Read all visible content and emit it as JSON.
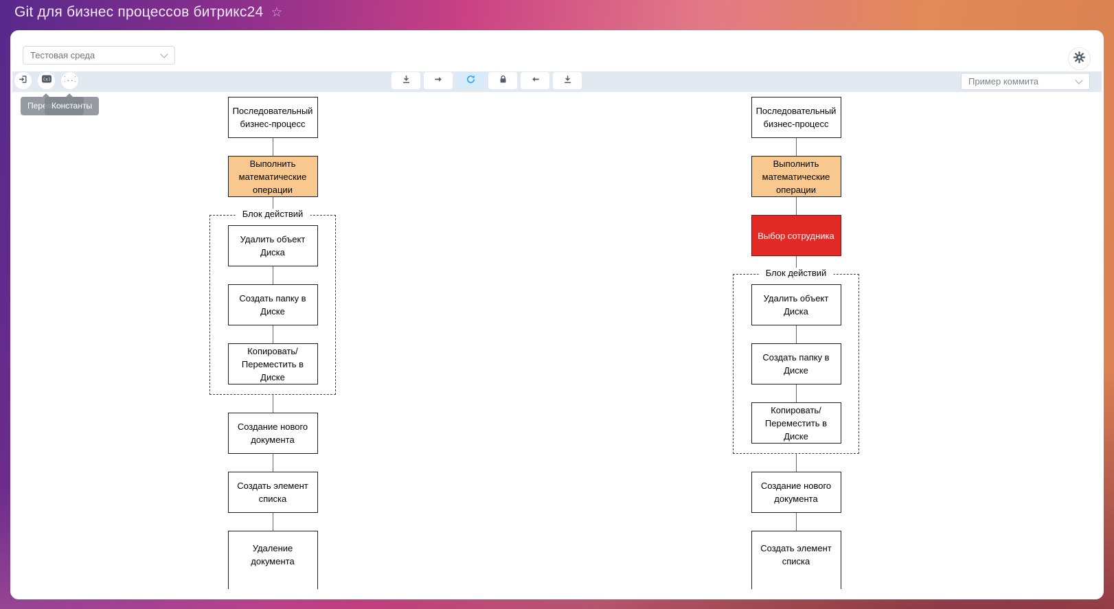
{
  "app": {
    "title": "Git для бизнес процессов битрикс24",
    "favorite_icon": "star-outline"
  },
  "environment_select": {
    "value": "Тестовая среда",
    "chevron_icon": "chevron-down"
  },
  "settings_button": {
    "icon": "gear"
  },
  "toolbar": {
    "left_buttons": [
      {
        "name": "enter",
        "icon": "enter-icon"
      },
      {
        "name": "variables",
        "icon": "variables-icon",
        "tooltip": "Переменные"
      },
      {
        "name": "constants",
        "icon": "constants-icon",
        "tooltip": "Константы"
      }
    ],
    "center_buttons": [
      {
        "name": "download",
        "icon": "download-icon",
        "active": false
      },
      {
        "name": "step-forward",
        "icon": "arrow-right-icon",
        "active": false
      },
      {
        "name": "refresh",
        "icon": "refresh-icon",
        "active": true
      },
      {
        "name": "lock",
        "icon": "lock-icon",
        "active": false
      },
      {
        "name": "step-back",
        "icon": "arrow-left-icon",
        "active": false
      },
      {
        "name": "export",
        "icon": "download-icon",
        "active": false
      }
    ],
    "commit_select": {
      "value": "Пример коммита",
      "chevron_icon": "chevron-down"
    }
  },
  "tooltips": [
    {
      "text": "Переменные"
    },
    {
      "text": "Константы"
    }
  ],
  "colors": {
    "accent_blue": "#2fa2f6",
    "refresh_button_bg": "#d7ebfb",
    "math_block_bg": "#f9c88e",
    "error_block_bg": "#e12a26",
    "toolbar_bg": "#e3e9f1"
  },
  "diagram": {
    "columns": [
      {
        "name": "left",
        "items": [
          {
            "type": "node",
            "style": "default",
            "label": "Последовательный бизнес-процесс"
          },
          {
            "type": "node",
            "style": "math",
            "label": "Выполнить математические операции"
          },
          {
            "type": "group",
            "label": "Блок действий",
            "items": [
              {
                "type": "node",
                "style": "default",
                "label": "Удалить объект Диска"
              },
              {
                "type": "node",
                "style": "default",
                "label": "Создать папку в Диске"
              },
              {
                "type": "node",
                "style": "default",
                "label": "Копировать/Переместить в Диске"
              }
            ]
          },
          {
            "type": "node",
            "style": "default",
            "label": "Создание нового документа"
          },
          {
            "type": "node",
            "style": "default",
            "label": "Создать элемент списка"
          },
          {
            "type": "node",
            "style": "default",
            "label": "Удаление документа",
            "clipped": true
          }
        ]
      },
      {
        "name": "right",
        "items": [
          {
            "type": "node",
            "style": "default",
            "label": "Последовательный бизнес-процесс"
          },
          {
            "type": "node",
            "style": "math",
            "label": "Выполнить математические операции"
          },
          {
            "type": "node",
            "style": "error",
            "label": "Выбор сотрудника"
          },
          {
            "type": "group",
            "label": "Блок действий",
            "items": [
              {
                "type": "node",
                "style": "default",
                "label": "Удалить объект Диска"
              },
              {
                "type": "node",
                "style": "default",
                "label": "Создать папку в Диске"
              },
              {
                "type": "node",
                "style": "default",
                "label": "Копировать/Переместить в Диске"
              }
            ]
          },
          {
            "type": "node",
            "style": "default",
            "label": "Создание нового документа"
          },
          {
            "type": "node",
            "style": "default",
            "label": "Создать элемент списка",
            "clipped": true
          }
        ]
      }
    ]
  }
}
